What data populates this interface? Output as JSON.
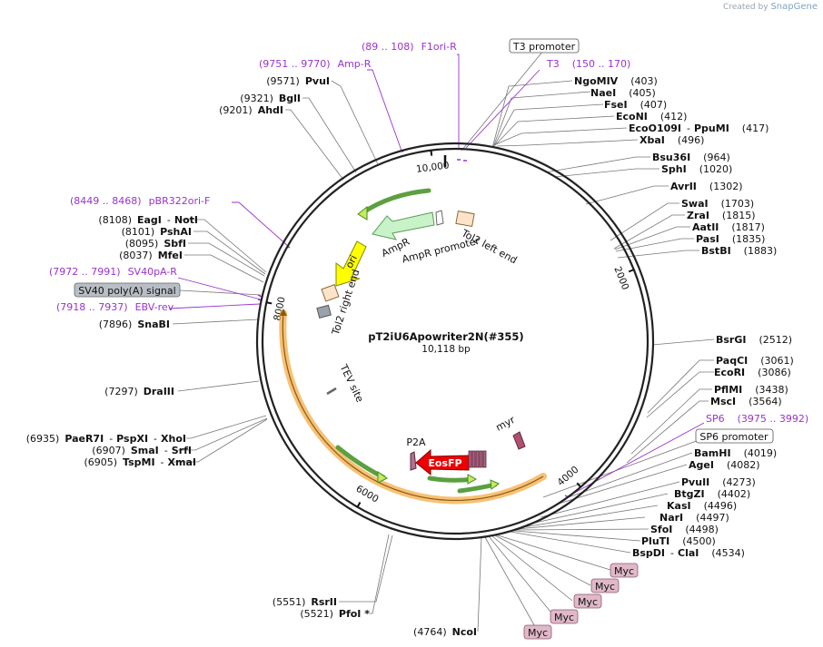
{
  "credit": {
    "prefix": "Created by",
    "brand": "SnapGene"
  },
  "plasmid": {
    "name": "pT2iU6Apowriter2N(#355)",
    "size_label": "10,118 bp",
    "length": 10118
  },
  "ticks": [
    {
      "pos": 2000,
      "label": "2000"
    },
    {
      "pos": 4000,
      "label": "4000"
    },
    {
      "pos": 6000,
      "label": "6000"
    },
    {
      "pos": 8000,
      "label": "8000"
    },
    {
      "pos": 10000,
      "label": "10,000"
    }
  ],
  "features": [
    {
      "name": "tol2-left-end",
      "label": "Tol2 left end",
      "color": "#fde3c8"
    },
    {
      "name": "ampr-promoter",
      "label": "AmpR promoter",
      "color": "#ffffff"
    },
    {
      "name": "ampr",
      "label": "AmpR",
      "color": "#c8f2c8"
    },
    {
      "name": "ori",
      "label": "ori",
      "color": "#ffff00"
    },
    {
      "name": "tol2-right-end",
      "label": "Tol2 right end",
      "color": "#fde3c8"
    },
    {
      "name": "tev-site",
      "label": "TEV site",
      "color": "#888888"
    },
    {
      "name": "p2a",
      "label": "P2A",
      "color": "#b07090"
    },
    {
      "name": "eosfp",
      "label": "EosFP",
      "color": "#ee0000"
    },
    {
      "name": "myr",
      "label": "myr",
      "color": "#b05070"
    }
  ],
  "boxed_labels": {
    "t3_promoter": "T3 promoter",
    "sv40_polya": "SV40 poly(A) signal",
    "sp6_promoter": "SP6 promoter",
    "myc": [
      "Myc",
      "Myc",
      "Myc",
      "Myc",
      "Myc"
    ]
  },
  "primers": [
    {
      "range": "(89 .. 108)",
      "name": "F1ori-R"
    },
    {
      "range": "(9751 .. 9770)",
      "name": "Amp-R"
    },
    {
      "name": "T3",
      "range": "(150 .. 170)"
    },
    {
      "range": "(8449 .. 8468)",
      "name": "pBR322ori-F"
    },
    {
      "range": "(7972 .. 7991)",
      "name": "SV40pA-R"
    },
    {
      "range": "(7918 .. 7937)",
      "name": "EBV-rev"
    },
    {
      "name": "SP6",
      "range": "(3975 .. 3992)"
    }
  ],
  "sites_right": [
    {
      "name": "NgoMIV",
      "pos": "(403)"
    },
    {
      "name": "NaeI",
      "pos": "(405)"
    },
    {
      "name": "FseI",
      "pos": "(407)"
    },
    {
      "name": "EcoNI",
      "pos": "(412)"
    },
    {
      "name": "EcoO109I",
      "name2": "PpuMI",
      "pos": "(417)"
    },
    {
      "name": "XbaI",
      "pos": "(496)"
    },
    {
      "name": "Bsu36I",
      "pos": "(964)"
    },
    {
      "name": "SphI",
      "pos": "(1020)"
    },
    {
      "name": "AvrII",
      "pos": "(1302)"
    },
    {
      "name": "SwaI",
      "pos": "(1703)"
    },
    {
      "name": "ZraI",
      "pos": "(1815)"
    },
    {
      "name": "AatII",
      "pos": "(1817)"
    },
    {
      "name": "PasI",
      "pos": "(1835)"
    },
    {
      "name": "BstBI",
      "pos": "(1883)"
    },
    {
      "name": "BsrGI",
      "pos": "(2512)"
    },
    {
      "name": "PaqCI",
      "pos": "(3061)"
    },
    {
      "name": "EcoRI",
      "pos": "(3086)"
    },
    {
      "name": "PflMI",
      "pos": "(3438)"
    },
    {
      "name": "MscI",
      "pos": "(3564)"
    },
    {
      "name": "BamHI",
      "pos": "(4019)"
    },
    {
      "name": "AgeI",
      "pos": "(4082)"
    },
    {
      "name": "PvuII",
      "pos": "(4273)"
    },
    {
      "name": "BtgZI",
      "pos": "(4402)"
    },
    {
      "name": "KasI",
      "pos": "(4496)"
    },
    {
      "name": "NarI",
      "pos": "(4497)"
    },
    {
      "name": "SfoI",
      "pos": "(4498)"
    },
    {
      "name": "PluTI",
      "pos": "(4500)"
    },
    {
      "name": "BspDI",
      "name2": "ClaI",
      "pos": "(4534)"
    }
  ],
  "sites_left": [
    {
      "pos": "(9571)",
      "name": "PvuI"
    },
    {
      "pos": "(9321)",
      "name": "BglI"
    },
    {
      "pos": "(9201)",
      "name": "AhdI"
    },
    {
      "pos": "(8108)",
      "name": "EagI",
      "name2": "NotI"
    },
    {
      "pos": "(8101)",
      "name": "PshAI"
    },
    {
      "pos": "(8095)",
      "name": "SbfI"
    },
    {
      "pos": "(8037)",
      "name": "MfeI"
    },
    {
      "pos": "(7896)",
      "name": "SnaBI"
    },
    {
      "pos": "(7297)",
      "name": "DraIII"
    },
    {
      "pos": "(6935)",
      "name": "PaeR7I",
      "name2": "PspXI",
      "name3": "XhoI"
    },
    {
      "pos": "(6907)",
      "name": "SmaI",
      "name2": "SrfI"
    },
    {
      "pos": "(6905)",
      "name": "TspMI",
      "name2": "XmaI"
    },
    {
      "pos": "(5551)",
      "name": "RsrII"
    },
    {
      "pos": "(5521)",
      "name": "PfoI *"
    },
    {
      "pos": "(4764)",
      "name": "NcoI"
    }
  ],
  "colors": {
    "primer": "#9933cc",
    "backbone": "#333333",
    "orange_arc": "#f3a73a",
    "green_arrow": "#3f8f1f",
    "line": "#777777"
  }
}
